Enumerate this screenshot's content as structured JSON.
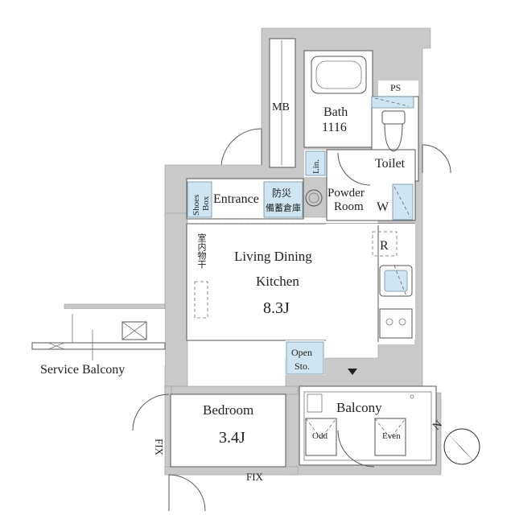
{
  "labels": {
    "mb": "MB",
    "ps": "PS",
    "bath": "Bath",
    "bath_size": "1116",
    "toilet": "Toilet",
    "lin": "Lin.",
    "powder": "Powder",
    "powder2": "Room",
    "w": "W",
    "shoes1": "Shoes",
    "shoes2": "Box",
    "entrance": "Entrance",
    "storage_jp1": "防災",
    "storage_jp2": "備蓄倉庫",
    "indoor_jp": "室内物干",
    "ldk1": "Living Dining",
    "ldk2": "Kitchen",
    "ldk_size": "8.3J",
    "fridge": "R",
    "open1": "Open",
    "open2": "Sto.",
    "service_balcony": "Service Balcony",
    "bedroom": "Bedroom",
    "bedroom_size": "3.4J",
    "balcony": "Balcony",
    "odd": "Odd",
    "even": "Even",
    "fix_left": "FIX",
    "fix_bottom": "FIX",
    "north": "N"
  },
  "colors": {
    "wall": "#c9c9c9",
    "fixture_blue": "#cfe6f2"
  }
}
